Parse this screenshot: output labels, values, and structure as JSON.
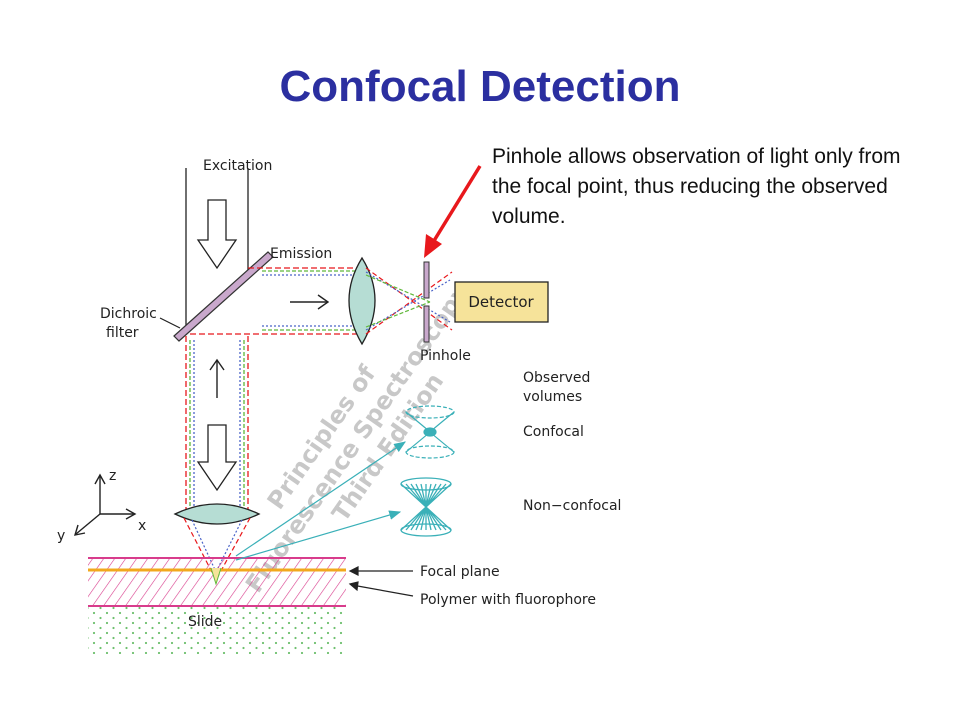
{
  "slide": {
    "title": "Confocal Detection",
    "callout": "Pinhole allows observation of light only from the focal point, thus reducing the observed volume."
  },
  "diagram": {
    "labels": {
      "excitation": "Excitation",
      "emission": "Emission",
      "dichroic_line1": "Dichroic",
      "dichroic_line2": "filter",
      "detector": "Detector",
      "pinhole": "Pinhole",
      "observed_line1": "Observed",
      "observed_line2": "volumes",
      "confocal": "Confocal",
      "nonconfocal": "Non−confocal",
      "focal_plane": "Focal   plane",
      "polymer": "Polymer  with   fluorophore",
      "slide": "Slide",
      "axis_z": "z",
      "axis_x": "x",
      "axis_y": "y"
    },
    "watermark": [
      "Principles of",
      "Fluorescence Spectroscopy",
      "Third Edition"
    ]
  },
  "colors": {
    "title": "#2b2fa0",
    "arrow": "#e8181c",
    "detector_fill": "#f6e39a",
    "lens_fill": "#b6ddd4",
    "dichroic_fill": "#c9a8cc",
    "emission_red": "#e8181c",
    "emission_green": "#5fb83a",
    "emission_blue": "#4a63c8",
    "volume_cyan": "#3ab0b8",
    "polymer_hatch": "#d83c8c",
    "focal_line": "#f2a81c",
    "slide_dots": "#6ec06e"
  }
}
